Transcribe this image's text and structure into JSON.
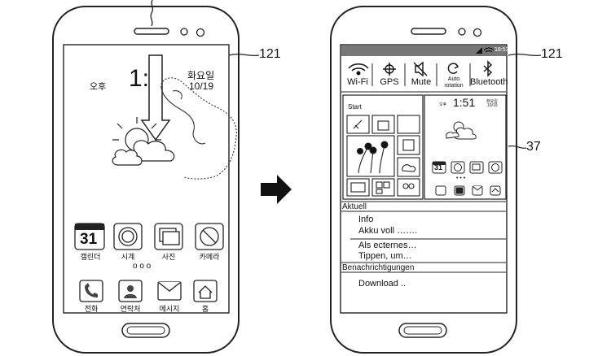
{
  "reference_labels": {
    "screen": "121",
    "screen_right": "121",
    "widget": "37"
  },
  "left_phone": {
    "lockscreen": {
      "ampm": "오후",
      "time_partial": "1:",
      "weekday": "화요일",
      "date": "10/19"
    },
    "apps_row1": [
      {
        "name": "calendar",
        "icon_text": "31",
        "label": "캘린더"
      },
      {
        "name": "clock",
        "label": "시계"
      },
      {
        "name": "photos",
        "label": "사진"
      },
      {
        "name": "camera",
        "label": "카메라"
      }
    ],
    "page_dots": "o  o  o",
    "apps_row2": [
      {
        "name": "phone",
        "label": "전화"
      },
      {
        "name": "contacts",
        "label": "연락처"
      },
      {
        "name": "messages",
        "label": "메시지"
      },
      {
        "name": "home",
        "label": "홈"
      }
    ]
  },
  "right_phone": {
    "status_time": "18:53",
    "quick_settings": [
      {
        "name": "wifi",
        "label": "Wi-Fi",
        "icon": "wifi-icon"
      },
      {
        "name": "gps",
        "label": "GPS",
        "icon": "gps-icon"
      },
      {
        "name": "mute",
        "label": "Mute",
        "icon": "mute-icon"
      },
      {
        "name": "autorotation",
        "label_line1": "Auto",
        "label_line2": "rotation",
        "icon": "rotate-icon"
      },
      {
        "name": "bluetooth",
        "label": "Bluetooth",
        "icon": "bluetooth-icon"
      }
    ],
    "start_panel": {
      "title": "Start"
    },
    "mini_home": {
      "ampm": "오후",
      "time": "1:51",
      "weekday": "화요일",
      "date": "10/19",
      "calendar_icon_text": "31",
      "dots": "• • •"
    },
    "sections": [
      {
        "header": "Aktuell",
        "items": [
          {
            "line1": "Info",
            "line2": "Akku voll ……."
          },
          {
            "line1": "Als ecternes…",
            "line2": "Tippen, um…"
          }
        ]
      },
      {
        "header": "Benachrichtigungen",
        "items": [
          {
            "line1": "Download ..",
            "line2": ""
          }
        ]
      }
    ]
  }
}
